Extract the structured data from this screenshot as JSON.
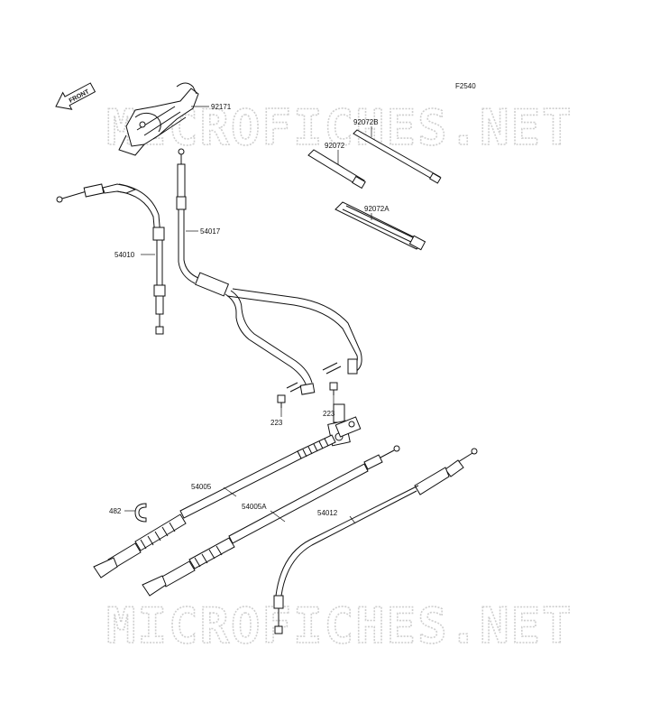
{
  "figure_code": "F2540",
  "front_arrow": "FRONT",
  "watermark": "MICROFICHES.NET",
  "parts": {
    "p92171": "92171",
    "p92072B": "92072B",
    "p92072": "92072",
    "p92072A": "92072A",
    "p54017": "54017",
    "p54010": "54010",
    "p223_left": "223",
    "p223_right": "223",
    "p54005": "54005",
    "p482": "482",
    "p54005A": "54005A",
    "p54012": "54012"
  }
}
